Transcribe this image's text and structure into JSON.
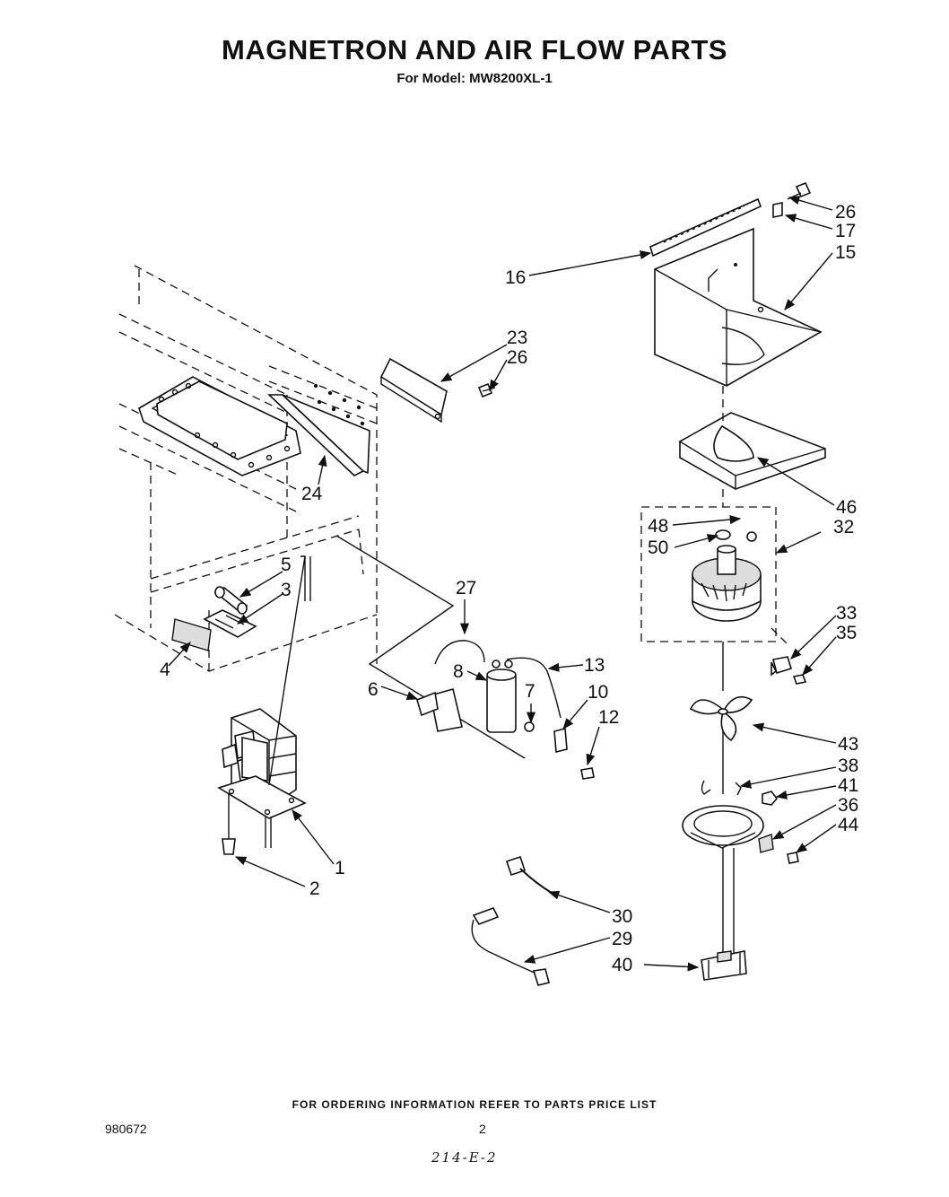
{
  "header": {
    "title": "MAGNETRON AND AIR FLOW PARTS",
    "model_line": "For Model: MW8200XL-1"
  },
  "footer": {
    "ordering_note": "FOR ORDERING INFORMATION REFER TO PARTS PRICE LIST",
    "doc_number": "980672",
    "page_number": "2",
    "handwritten_note": "214-E-2"
  },
  "callouts": [
    {
      "id": "c26a",
      "label": "26"
    },
    {
      "id": "c17",
      "label": "17"
    },
    {
      "id": "c15",
      "label": "15"
    },
    {
      "id": "c16",
      "label": "16"
    },
    {
      "id": "c23",
      "label": "23"
    },
    {
      "id": "c26b",
      "label": "26"
    },
    {
      "id": "c24",
      "label": "24"
    },
    {
      "id": "c46",
      "label": "46"
    },
    {
      "id": "c48",
      "label": "48"
    },
    {
      "id": "c32",
      "label": "32"
    },
    {
      "id": "c50",
      "label": "50"
    },
    {
      "id": "c5",
      "label": "5"
    },
    {
      "id": "c3",
      "label": "3"
    },
    {
      "id": "c27",
      "label": "27"
    },
    {
      "id": "c4",
      "label": "4"
    },
    {
      "id": "c33",
      "label": "33"
    },
    {
      "id": "c35",
      "label": "35"
    },
    {
      "id": "c8",
      "label": "8"
    },
    {
      "id": "c13",
      "label": "13"
    },
    {
      "id": "c6",
      "label": "6"
    },
    {
      "id": "c7",
      "label": "7"
    },
    {
      "id": "c10",
      "label": "10"
    },
    {
      "id": "c12",
      "label": "12"
    },
    {
      "id": "c43",
      "label": "43"
    },
    {
      "id": "c38",
      "label": "38"
    },
    {
      "id": "c41",
      "label": "41"
    },
    {
      "id": "c36",
      "label": "36"
    },
    {
      "id": "c44",
      "label": "44"
    },
    {
      "id": "c1",
      "label": "1"
    },
    {
      "id": "c2",
      "label": "2"
    },
    {
      "id": "c30",
      "label": "30"
    },
    {
      "id": "c29",
      "label": "29"
    },
    {
      "id": "c40",
      "label": "40"
    }
  ]
}
